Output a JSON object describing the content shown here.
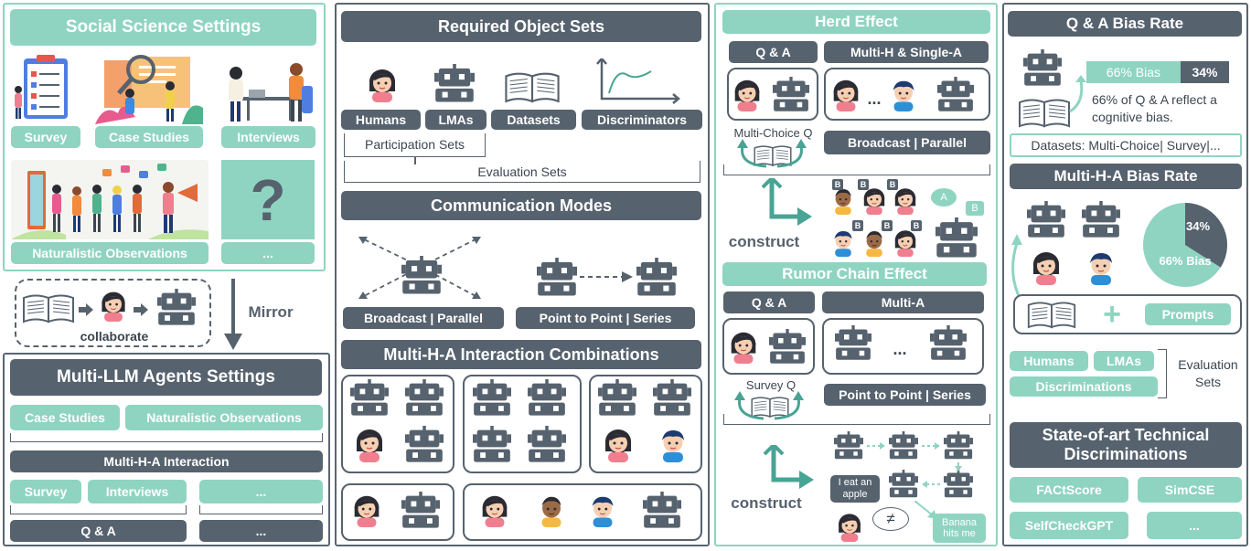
{
  "colors": {
    "mint": "#8fd4c1",
    "dark": "#56626e",
    "teal": "#48a494",
    "pink": "#ef7f8e",
    "blue": "#2d8fd6"
  },
  "social": {
    "title": "Social Science Settings",
    "items": [
      "Survey",
      "Case Studies",
      "Interviews",
      "Naturalistic Observations",
      "..."
    ],
    "question": "?"
  },
  "collab": {
    "label": "collaborate",
    "mirror": "Mirror"
  },
  "multi_llm": {
    "title": "Multi-LLM Agents Settings",
    "row1": [
      "Case Studies",
      "Naturalistic Observations"
    ],
    "interaction": "Multi-H-A Interaction",
    "row2": [
      "Survey",
      "Interviews",
      "..."
    ],
    "row3": [
      "Q & A",
      "..."
    ]
  },
  "required": {
    "title": "Required Object Sets",
    "sets": [
      "Humans",
      "LMAs",
      "Datasets",
      "Discriminators"
    ],
    "participation": "Participation Sets",
    "evaluation": "Evaluation Sets"
  },
  "comm": {
    "title": "Communication Modes",
    "broadcast": "Broadcast | Parallel",
    "p2p": "Point to Point | Series"
  },
  "combos": {
    "title": "Multi-H-A Interaction Combinations"
  },
  "herd": {
    "title": "Herd Effect",
    "qa": "Q & A",
    "mhsa": "Multi-H & Single-A",
    "mcq": "Multi-Choice Q",
    "broadcast": "Broadcast | Parallel",
    "construct": "construct",
    "choice_b": "B",
    "choice_a": "A",
    "dots": "..."
  },
  "rumor": {
    "title": "Rumor Chain Effect",
    "qa": "Q & A",
    "ma": "Multi-A",
    "surveyq": "Survey Q",
    "p2p": "Point to Point | Series",
    "construct": "construct",
    "eat_apple": "I eat an apple",
    "banana": "Banana hits me",
    "neq": "≠",
    "dots": "..."
  },
  "qa_bias": {
    "title": "Q & A Bias Rate",
    "bias_label": "66% Bias",
    "rest_label": "34%",
    "bias_value": 66,
    "desc": "66% of Q & A reflect a cognitive bias.",
    "datasets": "Datasets: Multi-Choice| Survey|..."
  },
  "mha_bias": {
    "title": "Multi-H-A Bias Rate",
    "bias_label": "66% Bias",
    "rest_label": "34%",
    "bias_value": 66,
    "prompts": "Prompts",
    "plus": "+"
  },
  "eval": {
    "items": [
      "Humans",
      "LMAs",
      "Discriminations"
    ],
    "label": "Evaluation Sets"
  },
  "sota": {
    "title": "State-of-art Technical Discriminations",
    "items": [
      "FACtScore",
      "SimCSE",
      "SelfCheckGPT",
      "..."
    ]
  }
}
